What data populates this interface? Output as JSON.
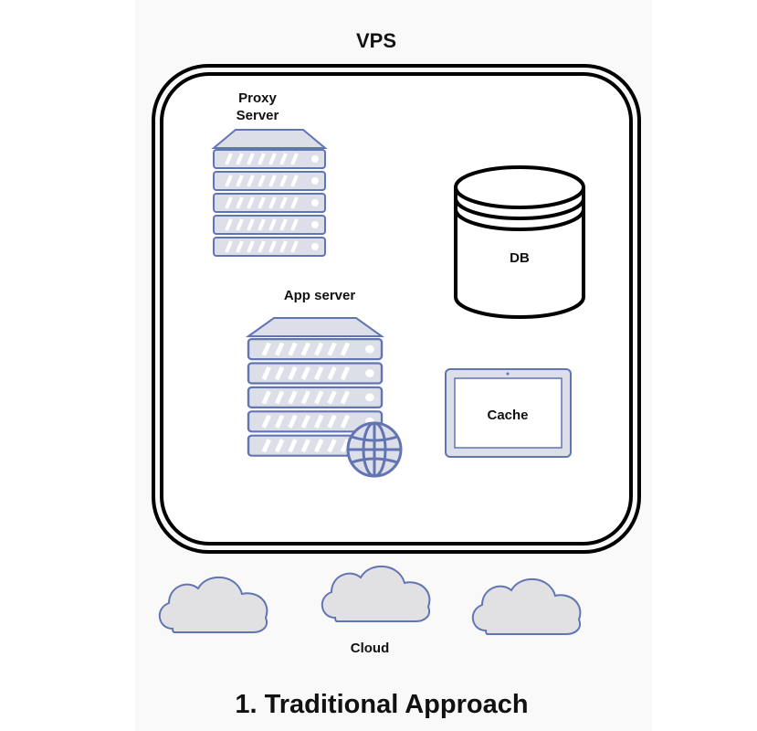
{
  "diagram": {
    "vps_title": "VPS",
    "proxy_label_line1": "Proxy",
    "proxy_label_line2": "Server",
    "app_label": "App server",
    "db_label": "DB",
    "cache_label": "Cache",
    "cloud_label": "Cloud",
    "approach_title": "1. Traditional Approach"
  },
  "colors": {
    "server_fill": "#dcdfe8",
    "server_stroke": "#6275b3",
    "cloud_fill": "#e1e1e3",
    "outline": "#000000"
  }
}
